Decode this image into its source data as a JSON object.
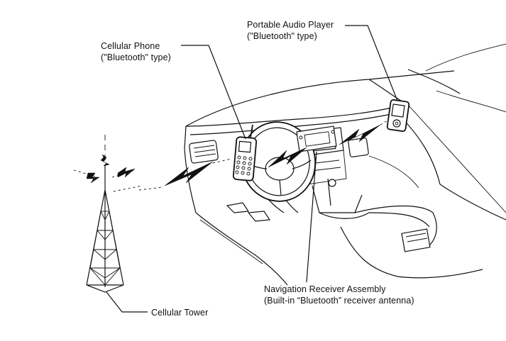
{
  "labels": {
    "portable_audio_player": {
      "line1": "Portable Audio Player",
      "line2": "(\"Bluetooth\" type)"
    },
    "cellular_phone": {
      "line1": "Cellular Phone",
      "line2": "(\"Bluetooth\" type)"
    },
    "navigation_receiver": {
      "line1": "Navigation Receiver Assembly",
      "line2": "(Built-in “Bluetooth” receiver antenna)"
    },
    "cellular_tower": {
      "line1": "Cellular Tower"
    }
  },
  "colors": {
    "line": "#111111",
    "background": "#ffffff"
  }
}
